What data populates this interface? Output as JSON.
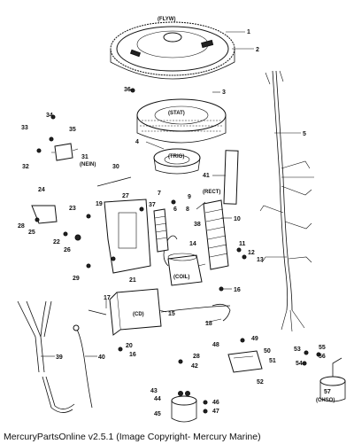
{
  "footer_caption": "MercuryPartsOnline v2.5.1 (Image Copyright- Mercury Marine)",
  "component_labels": {
    "flywheel": "(FLYW)",
    "stator": "(STAT)",
    "trigger": "(TRIG)",
    "rectifier": "(RECT)",
    "neutral_start": "(NEIN)",
    "coil": "(COIL)",
    "cd_module": "(CD)",
    "choke_solenoid": "(CHSO)"
  },
  "callouts": [
    "1",
    "2",
    "3",
    "4",
    "5",
    "6",
    "7",
    "8",
    "9",
    "10",
    "11",
    "12",
    "13",
    "14",
    "15",
    "16",
    "17",
    "18",
    "19",
    "20",
    "21",
    "22",
    "23",
    "24",
    "25",
    "26",
    "27",
    "28",
    "29",
    "30",
    "31",
    "32",
    "33",
    "34",
    "35",
    "36",
    "37",
    "38",
    "39",
    "40",
    "41",
    "42",
    "43",
    "44",
    "45",
    "46",
    "47",
    "48",
    "49",
    "50",
    "51",
    "52",
    "53",
    "54",
    "55",
    "56",
    "57"
  ]
}
